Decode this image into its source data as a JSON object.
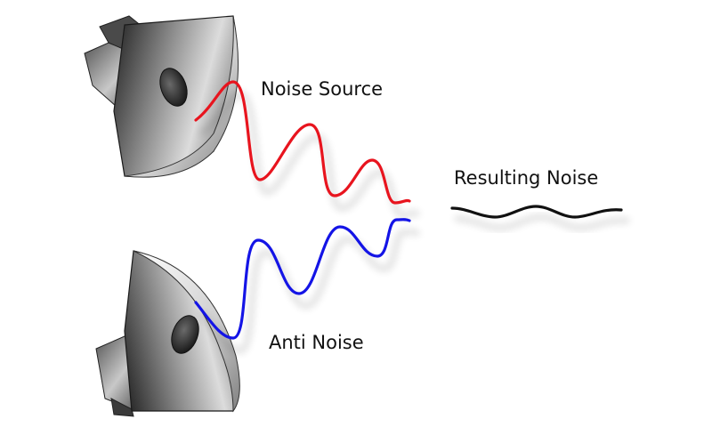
{
  "labels": {
    "noise_source": "Noise Source",
    "resulting_noise": "Resulting Noise",
    "anti_noise": "Anti Noise"
  },
  "colors": {
    "noise_wave": "#e8141e",
    "anti_wave": "#1414e6",
    "result_wave": "#111111",
    "speaker_dark": "#2b2b2b",
    "speaker_light": "#f2f2f2"
  },
  "icons": {
    "top_speaker": "speaker-icon",
    "bottom_speaker": "speaker-icon"
  }
}
